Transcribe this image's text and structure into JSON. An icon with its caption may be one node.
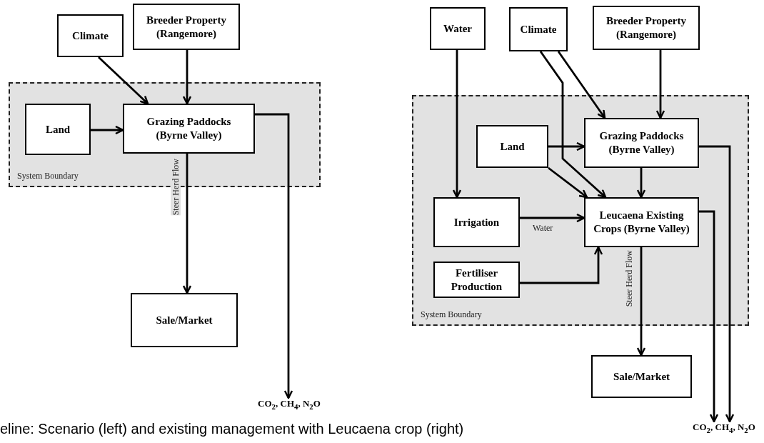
{
  "diagram": {
    "caption": "eline: Scenario (left) and existing management with Leucaena crop (right)",
    "nodes": [
      {
        "text": [
          "Climate"
        ]
      },
      {
        "text": [
          "Breeder Property (Rangemore)"
        ]
      },
      {
        "text": [
          "System Boundary"
        ]
      },
      {
        "text": [
          "Land"
        ],
        "in": 2
      },
      {
        "text": [
          "Grazing Paddocks (Byrne Valley)"
        ],
        "in": 2
      },
      {
        "text": [
          "Sale/Market"
        ]
      },
      {
        "text": [
          "CO$_{2}$, CH$_{4}$, N$_{2}$O"
        ]
      },
      {
        "text": [
          "Water"
        ]
      },
      {
        "text": [
          "Climate"
        ]
      },
      {
        "text": [
          "Breeder Property (Rangemore)"
        ]
      },
      {
        "text": [
          "System Boundary"
        ]
      },
      {
        "text": [
          "Land"
        ],
        "in": 10
      },
      {
        "text": [
          "Grazing Paddocks (Byrne Valley)"
        ],
        "in": 10
      },
      {
        "text": [
          "Irrigation"
        ],
        "in": 10
      },
      {
        "text": [
          "Leucaena Existing Crops (Byrne Valley)"
        ],
        "in": 10
      },
      {
        "text": [
          "Fertiliser Production"
        ],
        "in": 10
      },
      {
        "text": [
          "Sale/Market"
        ]
      },
      {
        "text": [
          "CO$_{2}$, CH$_{4}$, N$_{2}$O"
        ]
      }
    ],
    "edges": [
      {
        "from": 0,
        "to": 4,
        "arrow": "to"
      },
      {
        "from": 1,
        "to": 4,
        "arrow": "to"
      },
      {
        "from": 3,
        "to": 4,
        "arrow": "to"
      },
      {
        "from": 4,
        "to": 5,
        "arrow": "to",
        "label": "Steer Herd Flow"
      },
      {
        "from": 4,
        "to": 6,
        "arrow": "to"
      },
      {
        "from": 7,
        "to": 13,
        "arrow": "to"
      },
      {
        "from": 8,
        "to": 12,
        "arrow": "to"
      },
      {
        "from": 8,
        "to": 14,
        "arrow": "to"
      },
      {
        "from": 9,
        "to": 12,
        "arrow": "to"
      },
      {
        "from": 11,
        "to": 12,
        "arrow": "to"
      },
      {
        "from": 11,
        "to": 14,
        "arrow": "to"
      },
      {
        "from": 12,
        "to": 14,
        "arrow": "to"
      },
      {
        "from": 13,
        "to": 14,
        "arrow": "to",
        "label": "Water"
      },
      {
        "from": 15,
        "to": 14,
        "arrow": "to"
      },
      {
        "from": 14,
        "to": 16,
        "arrow": "to",
        "label": "Steer Herd Flow"
      },
      {
        "from": 14,
        "to": 17,
        "arrow": "to"
      },
      {
        "from": 12,
        "to": 17,
        "arrow": "to"
      }
    ]
  }
}
